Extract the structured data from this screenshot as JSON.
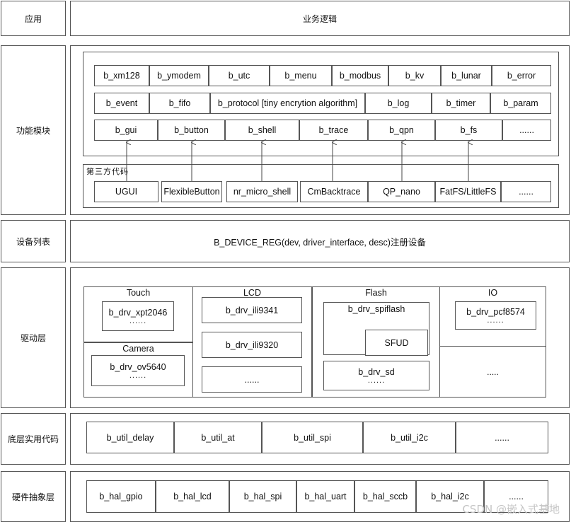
{
  "layers": {
    "app": "应用",
    "func": "功能模块",
    "device": "设备列表",
    "driver": "驱动层",
    "util": "底层实用代码",
    "hal": "硬件抽象层"
  },
  "app_content": "业务逻辑",
  "func_rows": [
    [
      "b_xm128",
      "b_ymodem",
      "b_utc",
      "b_menu",
      "b_modbus",
      "b_kv",
      "b_lunar",
      "b_error"
    ],
    [
      "b_event",
      "b_fifo",
      "b_protocol [tiny encrytion algorithm]",
      "b_log",
      "b_timer",
      "b_param"
    ],
    [
      "b_gui",
      "b_button",
      "b_shell",
      "b_trace",
      "b_qpn",
      "b_fs",
      "......"
    ]
  ],
  "third_party": {
    "title": "第三方代码",
    "items": [
      "UGUI",
      "FlexibleButton",
      "nr_micro_shell",
      "CmBacktrace",
      "QP_nano",
      "FatFS/LittleFS",
      "......"
    ]
  },
  "device_reg": "B_DEVICE_REG(dev, driver_interface, desc)注册设备",
  "drivers": {
    "touch": {
      "title": "Touch",
      "item": "b_drv_xpt2046",
      "more": "......"
    },
    "camera": {
      "title": "Camera",
      "item": "b_drv_ov5640",
      "more": "......"
    },
    "lcd": {
      "title": "LCD",
      "items": [
        "b_drv_ili9341",
        "b_drv_ili9320",
        "......"
      ]
    },
    "flash": {
      "title": "Flash",
      "spiflash": "b_drv_spiflash",
      "sfud": "SFUD",
      "sd": "b_drv_sd",
      "more": "......"
    },
    "io": {
      "title": "IO",
      "item": "b_drv_pcf8574",
      "more": "......",
      "extra": "....."
    }
  },
  "util_items": [
    "b_util_delay",
    "b_util_at",
    "b_util_spi",
    "b_util_i2c",
    "......"
  ],
  "hal_items": [
    "b_hal_gpio",
    "b_hal_lcd",
    "b_hal_spi",
    "b_hal_uart",
    "b_hal_sccb",
    "b_hal_i2c",
    "......"
  ],
  "watermark": "CSDN @嵌入式基地"
}
